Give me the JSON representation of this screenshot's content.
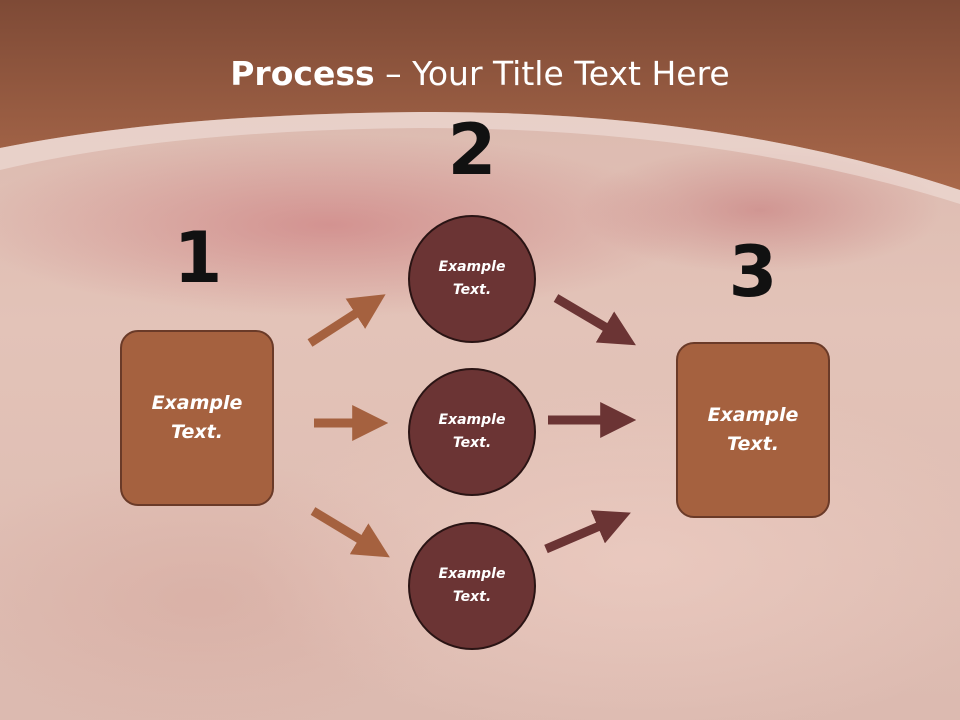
{
  "title": {
    "bold": "Process",
    "rest": " – Your Title Text Here"
  },
  "steps": [
    {
      "number": "1",
      "text": "Example Text."
    },
    {
      "number": "2",
      "texts": [
        "Example Text.",
        "Example Text.",
        "Example Text."
      ]
    },
    {
      "number": "3",
      "text": "Example Text."
    }
  ],
  "colors": {
    "header": "#a5613f",
    "box_fill": "#a5613f",
    "circle_fill": "#6b3434",
    "arrow_light": "#a5613f",
    "arrow_dark": "#6b3434"
  }
}
